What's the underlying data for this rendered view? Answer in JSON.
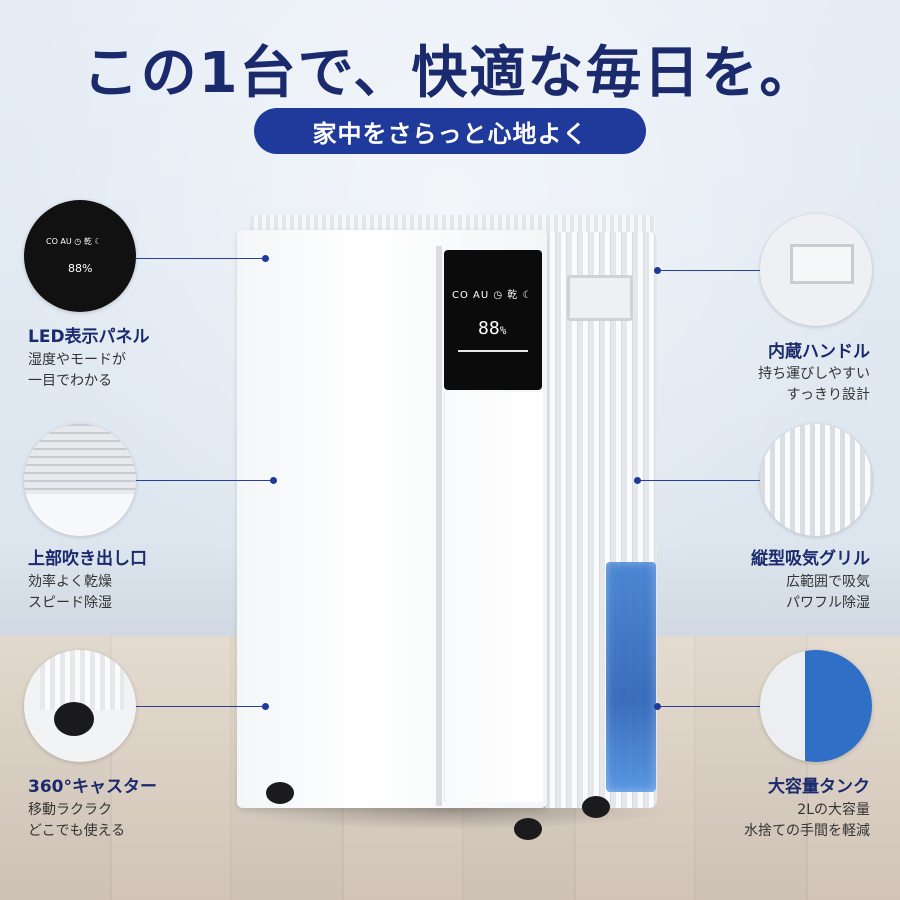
{
  "headline": "この1台で、快適な毎日を。",
  "subheadline": "家中をさらっと心地よく",
  "panel": {
    "icons": "CO AU ◷ 乾 ☾",
    "humidity": "88",
    "unit": "%"
  },
  "features": {
    "led": {
      "title": "LED表示パネル",
      "desc": [
        "湿度やモードが",
        "一目でわかる"
      ]
    },
    "vent": {
      "title": "上部吹き出し口",
      "desc": [
        "効率よく乾燥",
        "スピード除湿"
      ]
    },
    "caster": {
      "title": "360°キャスター",
      "desc": [
        "移動ラクラク",
        "どこでも使える"
      ]
    },
    "handle": {
      "title": "内蔵ハンドル",
      "desc": [
        "持ち運びしやすい",
        "すっきり設計"
      ]
    },
    "grill": {
      "title": "縦型吸気グリル",
      "desc": [
        "広範囲で吸気",
        "パワフル除湿"
      ]
    },
    "tank": {
      "title": "大容量タンク",
      "desc": [
        "2Lの大容量",
        "水捨ての手間を軽減"
      ]
    }
  },
  "colors": {
    "accent": "#1f3a9a",
    "title": "#1a2a6c",
    "tank": "#2b63b8"
  }
}
